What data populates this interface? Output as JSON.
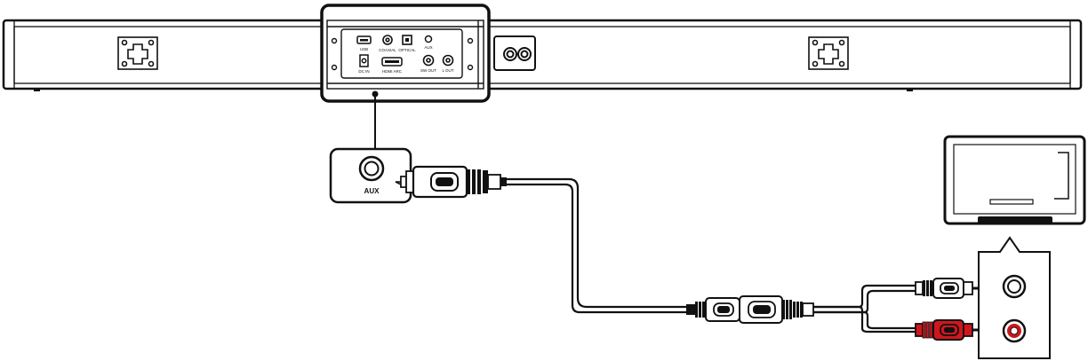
{
  "soundbar": {
    "ports": {
      "usb": "USB",
      "coaxial": "COAXIAL",
      "optical": "OPTICAL",
      "aux": "AUX",
      "dc_in": "DC IN",
      "hdmi_arc": "HDMI ARC",
      "sw_out": "SW OUT",
      "l_out": "L OUT"
    }
  },
  "aux_callout": {
    "label": "AUX"
  },
  "colors": {
    "line": "#111111",
    "rca_left": "#ffffff",
    "rca_right": "#d0161d"
  }
}
